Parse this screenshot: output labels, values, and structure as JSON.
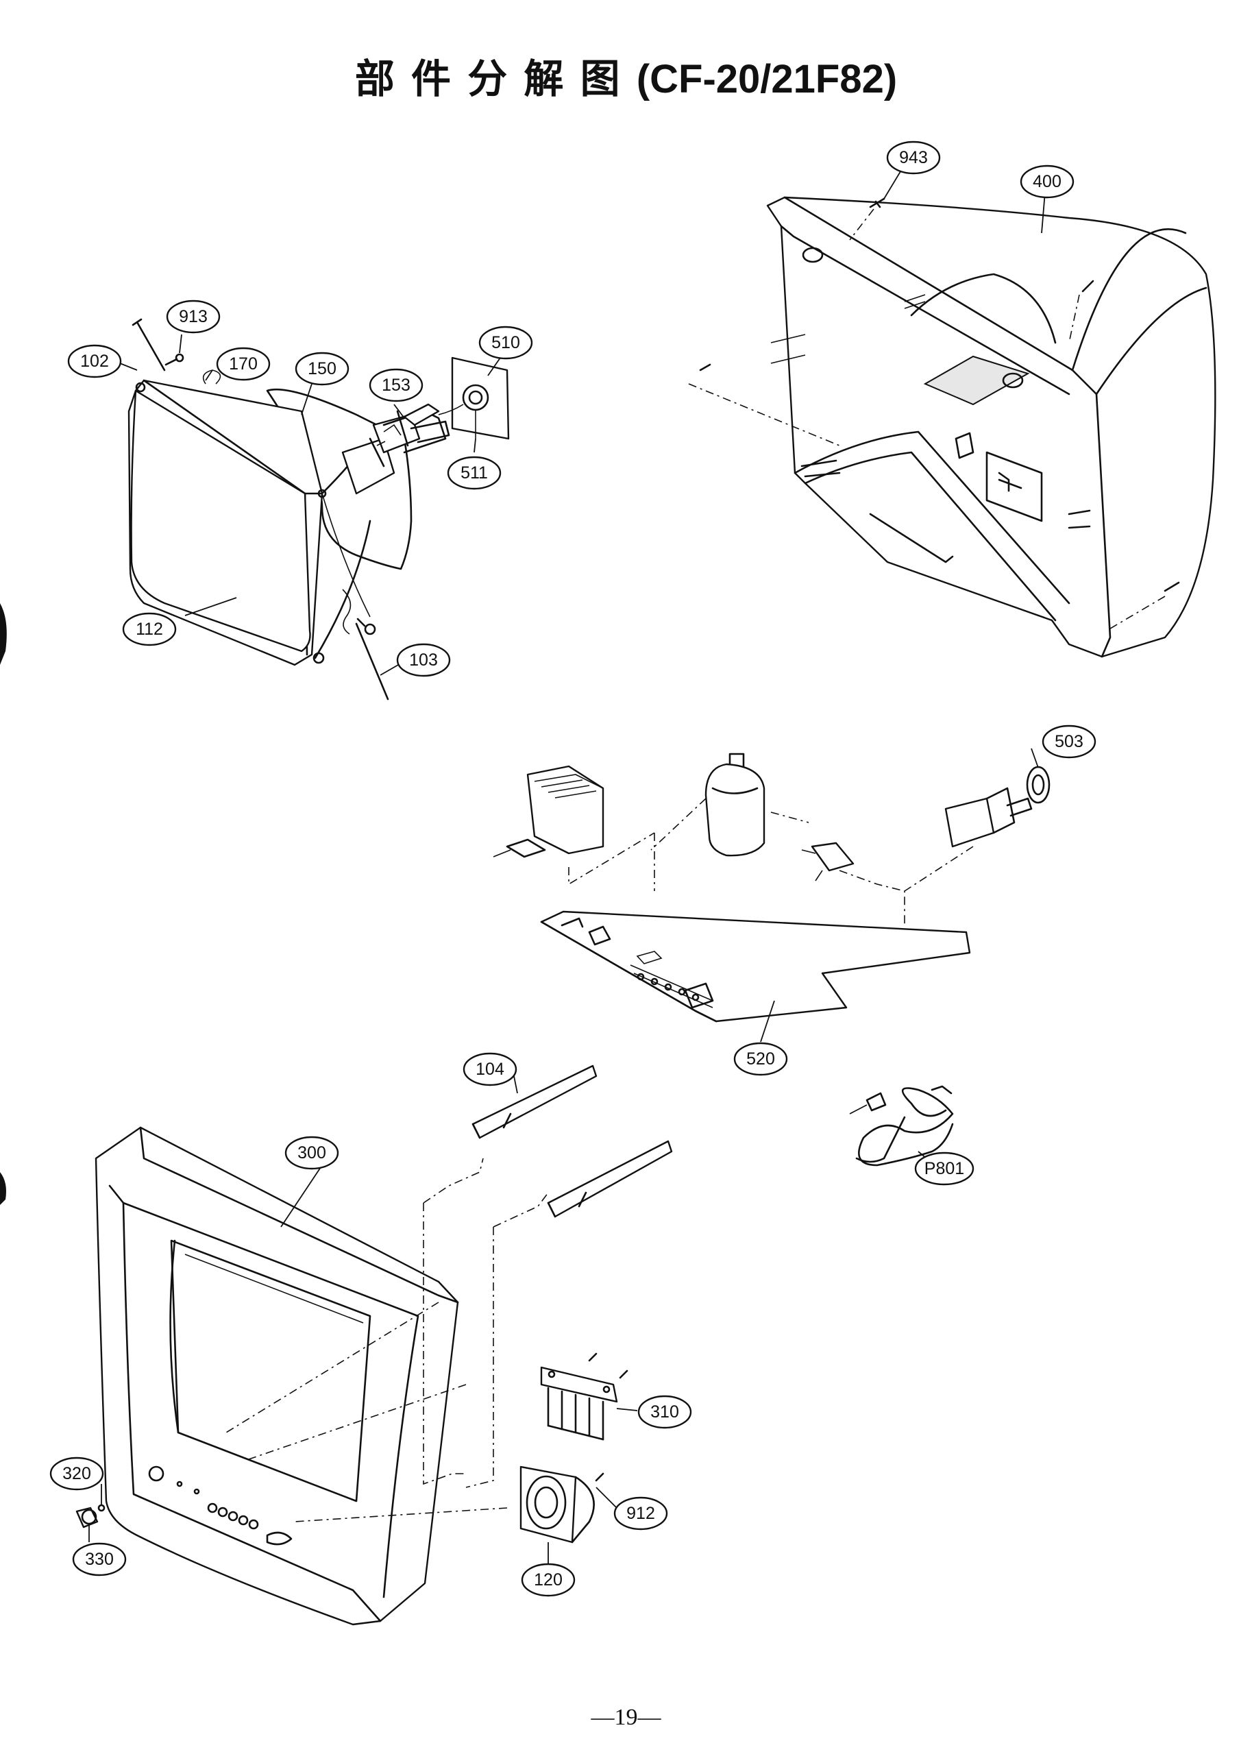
{
  "title": {
    "chinese": "部 件 分 解 图",
    "model": "(CF-20/21F82)"
  },
  "page_number": "—19—",
  "callouts": {
    "c943": "943",
    "c400": "400",
    "c913": "913",
    "c102": "102",
    "c170": "170",
    "c150": "150",
    "c153": "153",
    "c510": "510",
    "c511": "511",
    "c112": "112",
    "c103": "103",
    "c503": "503",
    "c520": "520",
    "c104": "104",
    "cP801": "P801",
    "c300": "300",
    "c310": "310",
    "c320": "320",
    "c912": "912",
    "c330": "330",
    "c120": "120"
  }
}
